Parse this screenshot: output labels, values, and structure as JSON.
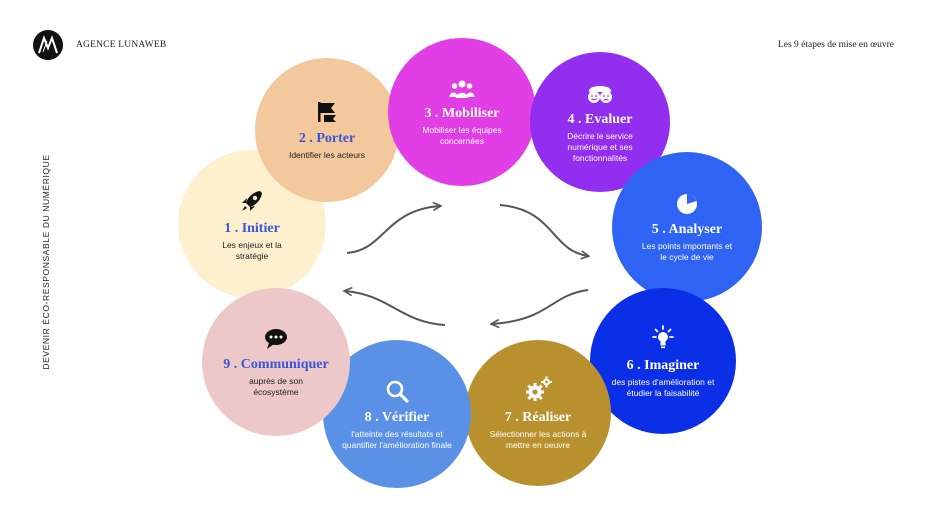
{
  "header": {
    "agency": "AGENCE LUNAWEB",
    "headline": "Les 9 étapes de mise en œuvre"
  },
  "side_label": "DEVENIR ÉCO-RESPONSABLE DU NUMÉRIQUE",
  "steps": [
    {
      "title": "1 . Initier",
      "desc": "Les enjeux et la stratégie",
      "icon": "rocket-icon",
      "bg": "#fdf0cf",
      "title_color": "#3a55d9",
      "text_color": "#222222"
    },
    {
      "title": "2 . Porter",
      "desc": "Identifier les acteurs",
      "icon": "flag-icon",
      "bg": "#f2c89c",
      "title_color": "#3a55d9",
      "text_color": "#222222"
    },
    {
      "title": "3 . Mobiliser",
      "desc": "Mobiliser les équipes concernées",
      "icon": "team-icon",
      "bg": "#e23ee6",
      "title_color": "#ffffff",
      "text_color": "#ffffff"
    },
    {
      "title": "4 . Evaluer",
      "desc": "Décrire le service numérique et ses fonctionnalités",
      "icon": "feedback-faces-icon",
      "bg": "#922ef0",
      "title_color": "#ffffff",
      "text_color": "#ffffff"
    },
    {
      "title": "5 . Analyser",
      "desc": "Les points importants et le cycle de vie",
      "icon": "pie-chart-icon",
      "bg": "#2e63f4",
      "title_color": "#ffffff",
      "text_color": "#ffffff"
    },
    {
      "title": "6 . Imaginer",
      "desc": "des pistes d'amélioration et étudier la faisabilité",
      "icon": "lightbulb-icon",
      "bg": "#0b2fe6",
      "title_color": "#ffffff",
      "text_color": "#ffffff"
    },
    {
      "title": "7 . Réaliser",
      "desc": "Sélectionner les actions à mettre en oeuvre",
      "icon": "gears-icon",
      "bg": "#b8912e",
      "title_color": "#ffffff",
      "text_color": "#ffffff"
    },
    {
      "title": "8 . Vérifier",
      "desc": "l'atteinte des résultats et quantifier l'amélioration finale",
      "icon": "magnifier-icon",
      "bg": "#5a90e6",
      "title_color": "#ffffff",
      "text_color": "#ffffff"
    },
    {
      "title": "9 . Communiquer",
      "desc": "auprès de son écosystème",
      "icon": "chat-bubble-icon",
      "bg": "#ecc9c8",
      "title_color": "#3a55d9",
      "text_color": "#222222"
    }
  ]
}
